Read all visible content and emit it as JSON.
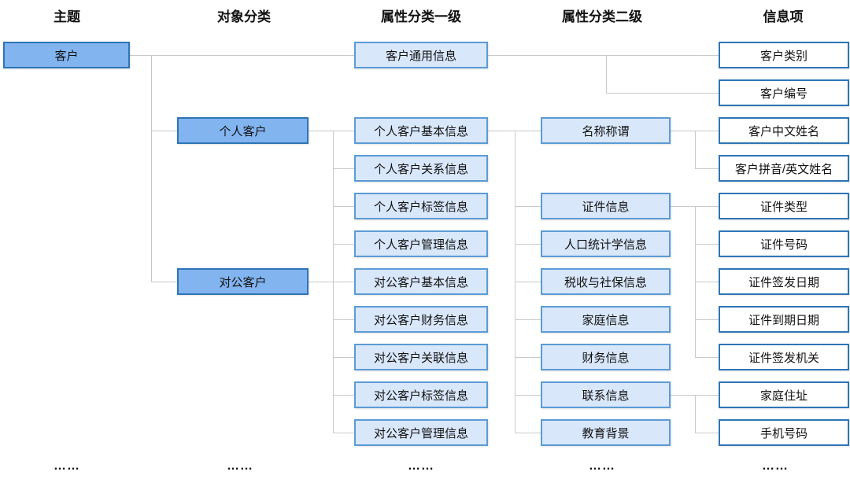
{
  "headers": [
    "主题",
    "对象分类",
    "属性分类一级",
    "属性分类二级",
    "信息项"
  ],
  "ellipsis": "……",
  "colors": {
    "primary_fill": "#82B4F0",
    "primary_border": "#2E75B6",
    "secondary_fill": "#D9E7FB",
    "secondary_border": "#5B9BD5",
    "item_fill": "#FFFFFF",
    "item_border": "#2E75B6",
    "connector": "#C9C9C9"
  },
  "nodes": {
    "customer": "客户",
    "personal_customer": "个人客户",
    "corporate_customer": "对公客户",
    "customer_general_info": "客户通用信息",
    "personal_basic_info": "个人客户基本信息",
    "personal_relation_info": "个人客户关系信息",
    "personal_tag_info": "个人客户标签信息",
    "personal_mgmt_info": "个人客户管理信息",
    "corporate_basic_info": "对公客户基本信息",
    "corporate_finance_info": "对公客户财务信息",
    "corporate_relation_info": "对公客户关联信息",
    "corporate_tag_info": "对公客户标签信息",
    "corporate_mgmt_info": "对公客户管理信息",
    "name_title": "名称称谓",
    "certificate_info": "证件信息",
    "demographic_info": "人口统计学信息",
    "tax_social_info": "税收与社保信息",
    "family_info": "家庭信息",
    "financial_info": "财务信息",
    "contact_info": "联系信息",
    "education_background": "教育背景",
    "customer_category": "客户类别",
    "customer_number": "客户编号",
    "customer_cn_name": "客户中文姓名",
    "customer_pinyin_en_name": "客户拼音/英文姓名",
    "certificate_type": "证件类型",
    "certificate_number": "证件号码",
    "certificate_issue_date": "证件签发日期",
    "certificate_expiry_date": "证件到期日期",
    "certificate_issuing_authority": "证件签发机关",
    "home_address": "家庭住址",
    "mobile_number": "手机号码"
  }
}
